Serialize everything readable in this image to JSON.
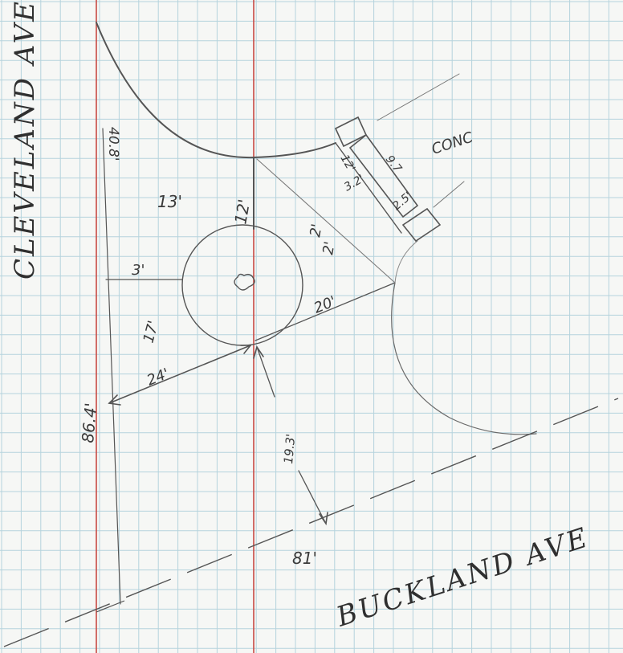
{
  "streets": {
    "cleveland": "CLEVELAND AVE",
    "buckland": "BUCKLAND AVE"
  },
  "labels": {
    "conc": "CONC",
    "d_40_8": "40.8'",
    "d_13": "13'",
    "d_12": "12'",
    "d_3": "3'",
    "d_2": "2'",
    "d_2b": "2'",
    "d_17": "17'",
    "d_20": "20'",
    "d_24": "24'",
    "d_86_4": "86.4'",
    "d_19_3": "19.3'",
    "d_81": "81'",
    "d_9_7": "9.7",
    "d_12b": "12'",
    "d_3_2": "3.2'",
    "d_2_5": "2.5'"
  },
  "colors": {
    "grid": "#b5d3dd",
    "redline": "#c84a44",
    "pencil": "#555555",
    "paper": "#f6f7f5"
  }
}
